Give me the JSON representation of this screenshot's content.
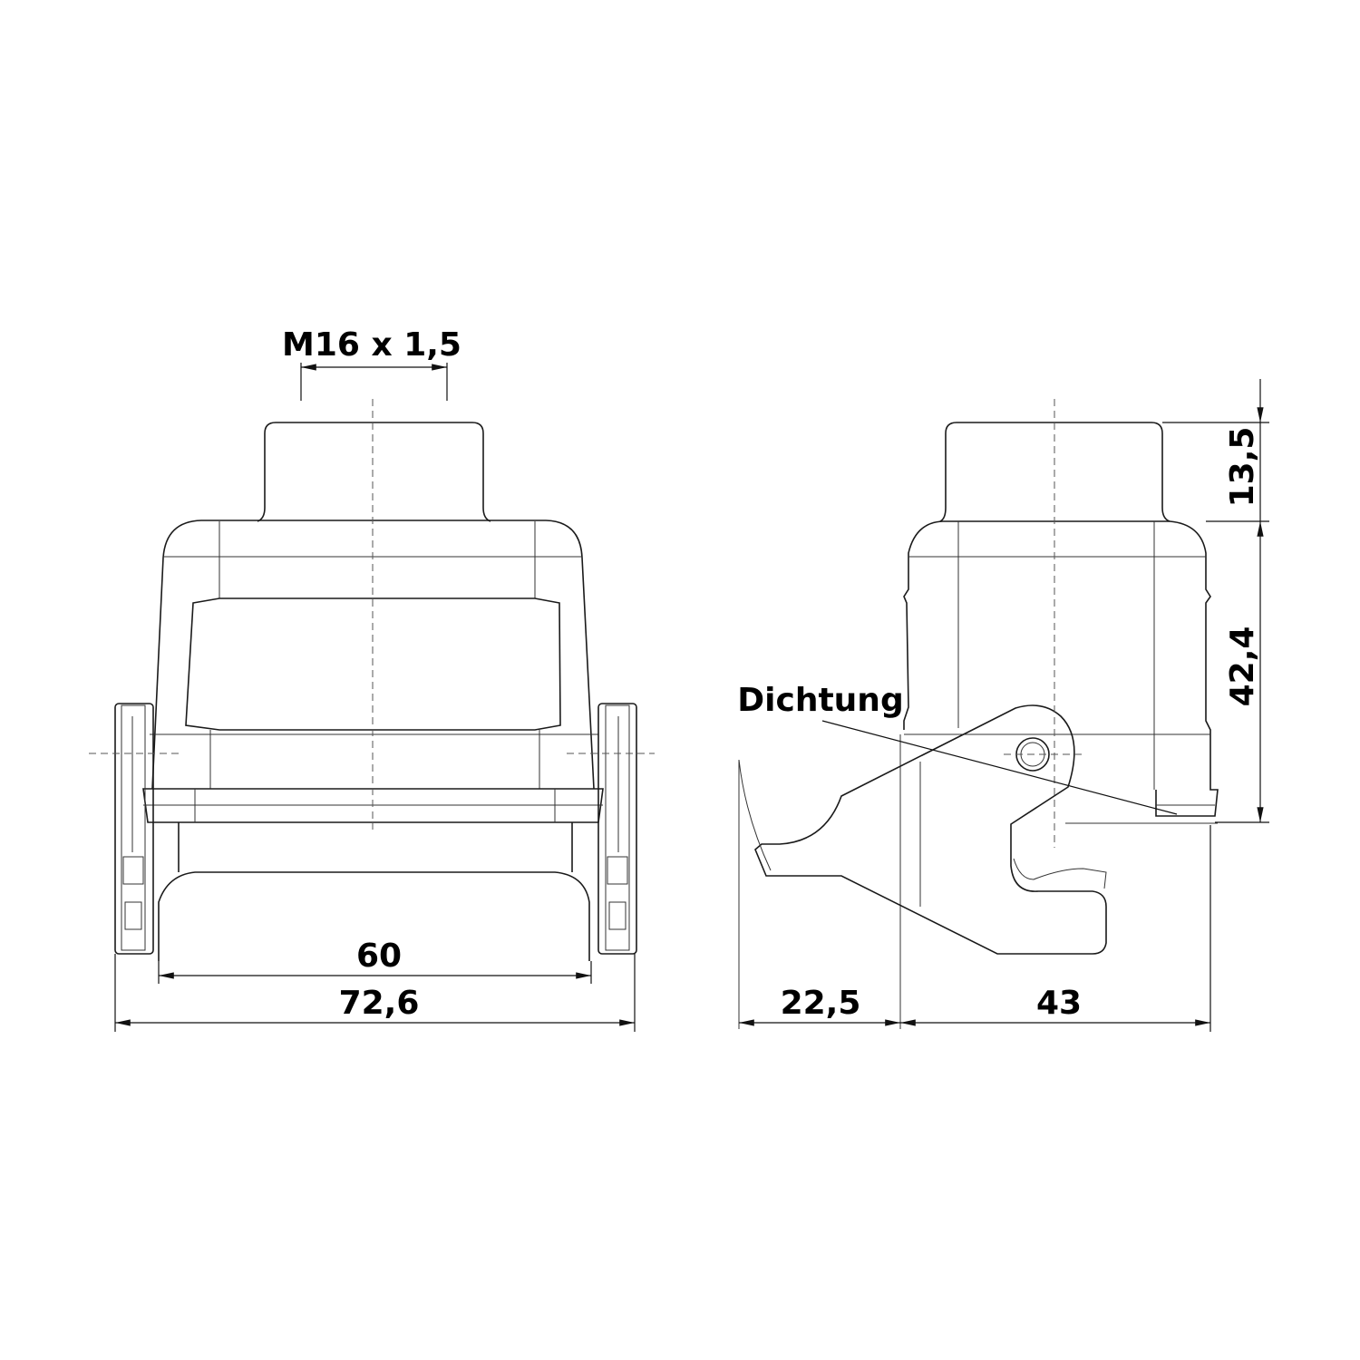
{
  "labels": {
    "thread": "M16 x 1,5",
    "width_inner": "60",
    "width_outer": "72,6",
    "depth_latch": "22,5",
    "depth_body": "43",
    "height_boss": "13,5",
    "height_body": "42,4",
    "seal": "Dichtung"
  }
}
